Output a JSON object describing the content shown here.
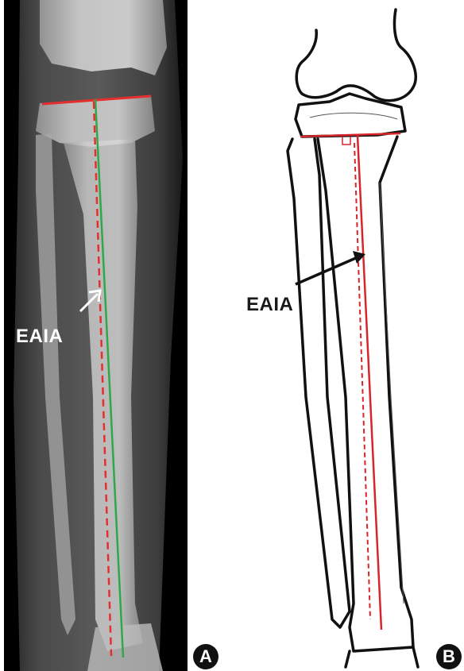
{
  "panel_a": {
    "annotation": "EAIA",
    "badge": "A",
    "colors": {
      "background": "#000000",
      "bone": "#bdbdbd",
      "joint_line": "#e52e2e",
      "axis_line": "#2fa84a",
      "annotation": "#ffffff"
    }
  },
  "panel_b": {
    "annotation": "EAIA",
    "badge": "B",
    "colors": {
      "background": "#ffffff",
      "outline": "#111111",
      "axis_line": "#d6262b",
      "annotation": "#1a1a1a"
    }
  }
}
